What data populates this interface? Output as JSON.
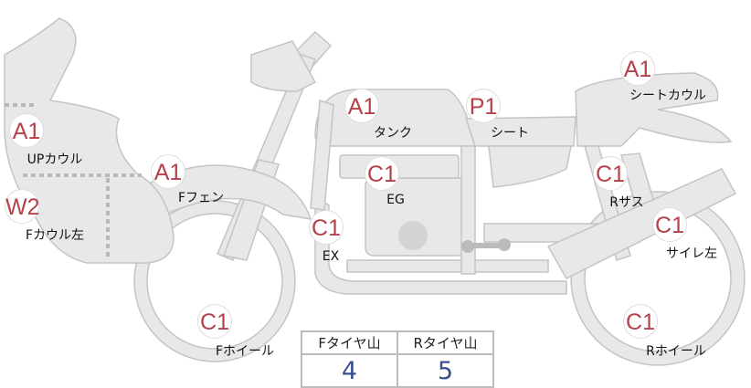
{
  "parts": [
    {
      "id": "upcowl",
      "grade": "A1",
      "label": "UPカウル"
    },
    {
      "id": "fcowl-left",
      "grade": "W2",
      "label": "Fカウル左"
    },
    {
      "id": "ffender",
      "grade": "A1",
      "label": "Fフェン"
    },
    {
      "id": "tank",
      "grade": "A1",
      "label": "タンク"
    },
    {
      "id": "engine",
      "grade": "C1",
      "label": "EG"
    },
    {
      "id": "seat",
      "grade": "P1",
      "label": "シート"
    },
    {
      "id": "seatcowl",
      "grade": "A1",
      "label": "シートカウル"
    },
    {
      "id": "rsus",
      "grade": "C1",
      "label": "Rサス"
    },
    {
      "id": "silencer-left",
      "grade": "C1",
      "label": "サイレ左"
    },
    {
      "id": "exhaust",
      "grade": "C1",
      "label": "EX"
    },
    {
      "id": "fwheel",
      "grade": "C1",
      "label": "Fホイール"
    },
    {
      "id": "rwheel",
      "grade": "C1",
      "label": "Rホイール"
    }
  ],
  "tread": {
    "front_label": "Fタイヤ山",
    "rear_label": "Rタイヤ山",
    "front_value": "4",
    "rear_value": "5"
  },
  "colors": {
    "grade": "#b5424a",
    "value": "#3b4f8c",
    "body": "#e8e8e8",
    "outline": "#c4c4c4"
  }
}
